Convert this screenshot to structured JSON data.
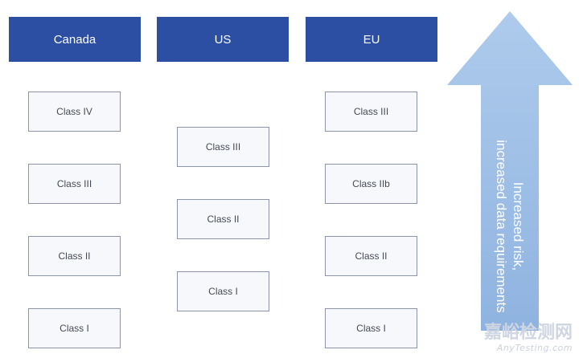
{
  "columns": [
    {
      "name": "Canada",
      "classes": [
        "Class IV",
        "Class III",
        "Class II",
        "Class I"
      ]
    },
    {
      "name": "US",
      "classes": [
        "Class III",
        "Class II",
        "Class I"
      ]
    },
    {
      "name": "EU",
      "classes": [
        "Class III",
        "Class IIb",
        "Class II",
        "Class I"
      ]
    }
  ],
  "arrow": {
    "line1": "Increased risk,",
    "line2": "increased data requirements",
    "color": "#a7c3e6"
  },
  "colors": {
    "header": "#2c4fa3",
    "box_border": "#8c94a8"
  },
  "watermark": {
    "chinese": "嘉峪检测网",
    "english": "AnyTesting.com"
  }
}
